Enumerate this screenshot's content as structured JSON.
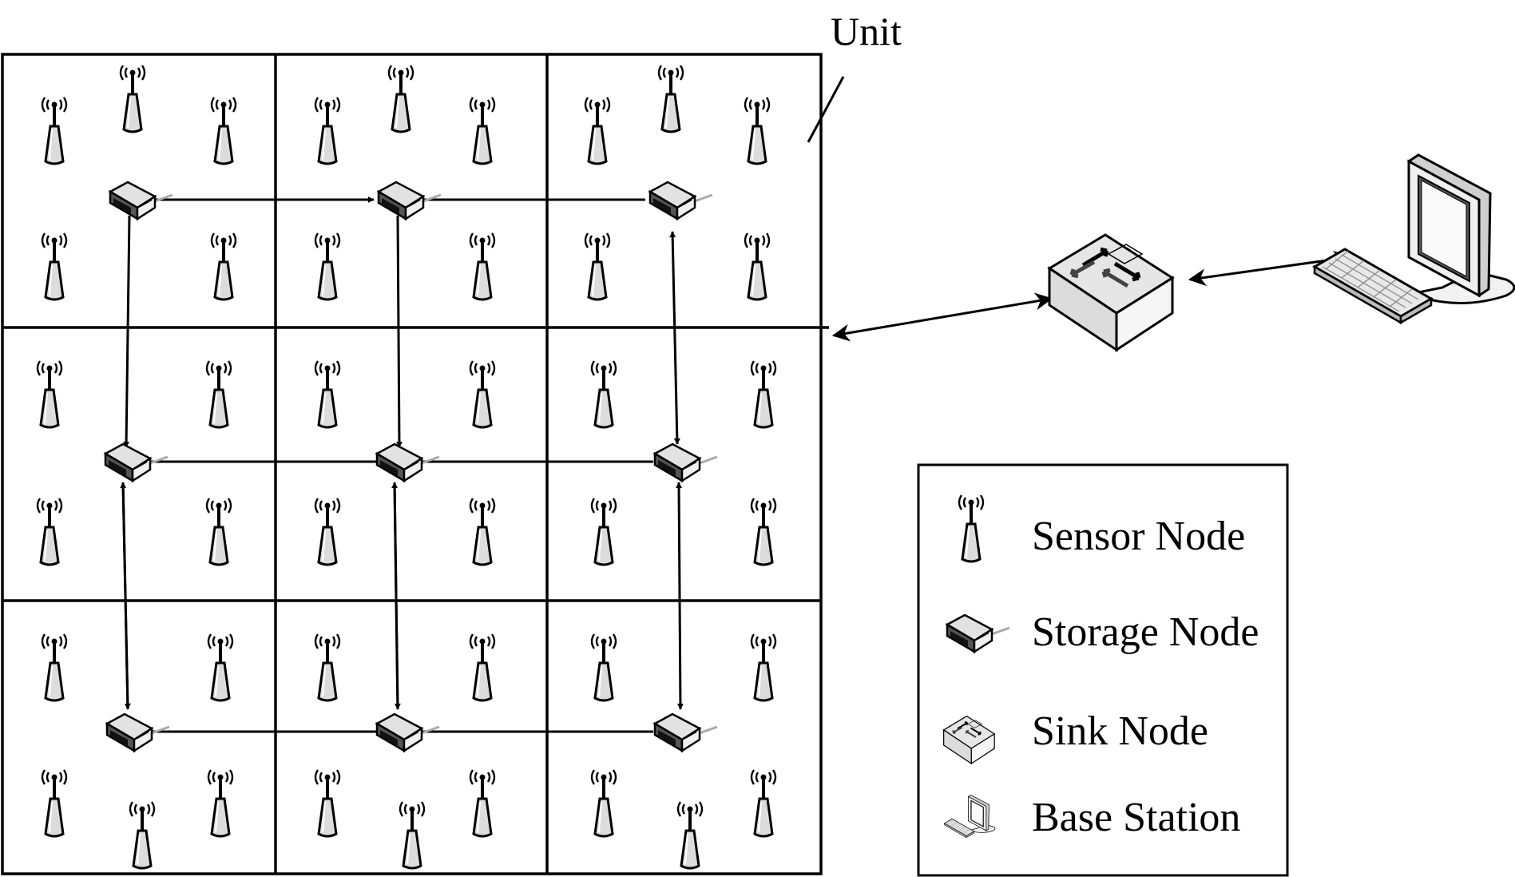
{
  "unit_label": "Unit",
  "legend": {
    "items": [
      {
        "label": "Sensor Node",
        "icon": "sensor-node-icon"
      },
      {
        "label": "Storage Node",
        "icon": "storage-node-icon"
      },
      {
        "label": "Sink Node",
        "icon": "sink-node-icon"
      },
      {
        "label": "Base Station",
        "icon": "base-station-icon"
      }
    ]
  },
  "grid": {
    "rows": 3,
    "cols": 3
  }
}
